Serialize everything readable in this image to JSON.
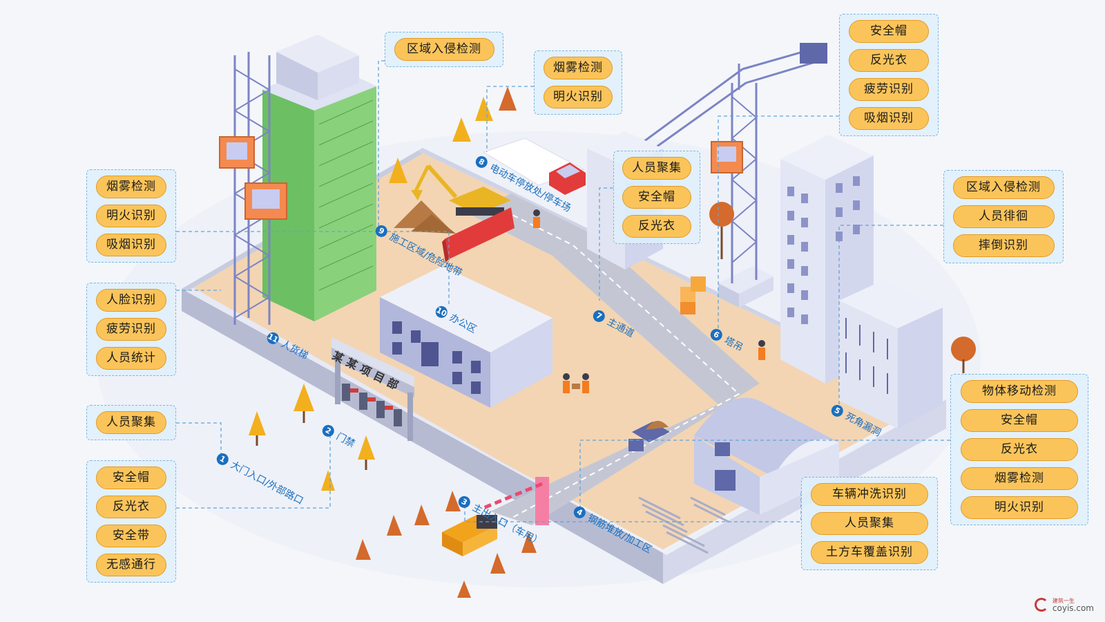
{
  "detection_groups": {
    "left_top": [
      "烟雾检测",
      "明火识别",
      "吸烟识别"
    ],
    "left_mid": [
      "人脸识别",
      "疲劳识别",
      "人员统计"
    ],
    "left_gather": [
      "人员聚集"
    ],
    "left_bottom": [
      "安全帽",
      "反光衣",
      "安全带",
      "无感通行"
    ],
    "top_intrusion": [
      "区域入侵检测"
    ],
    "top_fire": [
      "烟雾检测",
      "明火识别"
    ],
    "top_right": [
      "安全帽",
      "反光衣",
      "疲劳识别",
      "吸烟识别"
    ],
    "mid_crowd": [
      "人员聚集",
      "安全帽",
      "反光衣"
    ],
    "right_mid": [
      "区域入侵检测",
      "人员徘徊",
      "摔倒识别"
    ],
    "right_bottom": [
      "物体移动检测",
      "安全帽",
      "反光衣",
      "烟雾检测",
      "明火识别"
    ],
    "bottom_vehicle": [
      "车辆冲洗识别",
      "人员聚集",
      "土方车覆盖识别"
    ]
  },
  "zones": [
    {
      "num": "1",
      "label": "大门入口/外部路口"
    },
    {
      "num": "2",
      "label": "门禁"
    },
    {
      "num": "3",
      "label": "主出入口（车用）"
    },
    {
      "num": "4",
      "label": "钢筋堆放/加工区"
    },
    {
      "num": "5",
      "label": "死角漏洞"
    },
    {
      "num": "6",
      "label": "塔吊"
    },
    {
      "num": "7",
      "label": "主通道"
    },
    {
      "num": "8",
      "label": "电动车停放处/停车场"
    },
    {
      "num": "9",
      "label": "施工区域/危险地带"
    },
    {
      "num": "10",
      "label": "办公区"
    },
    {
      "num": "11",
      "label": "人货梯"
    }
  ],
  "gate_sign": "某某项目部",
  "watermark": {
    "small": "建筑一生",
    "site": "coyis.com"
  },
  "colors": {
    "pill_fill": "#fbc45a",
    "pill_border": "#e49a23",
    "group_border": "#7fb6dc",
    "zone_label": "#1a6fc0",
    "ground": "#f4d7b5",
    "road": "#c4c7d3",
    "building_green": "#6dbf63",
    "building_white": "#e4e8f6"
  }
}
